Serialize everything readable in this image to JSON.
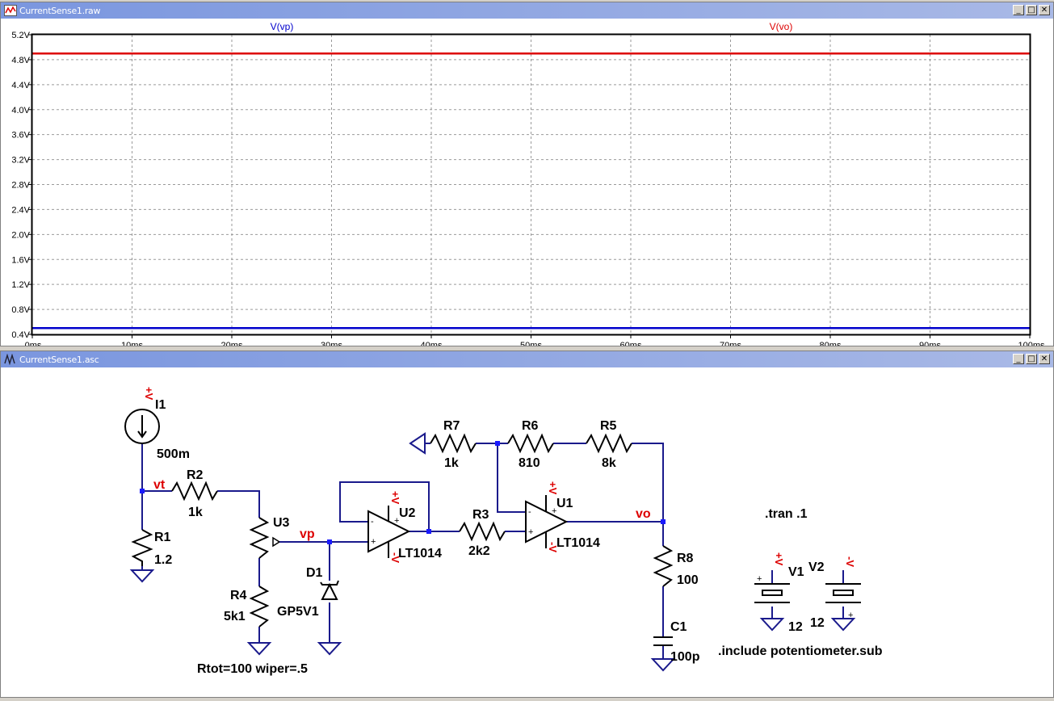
{
  "waveform_window": {
    "title": "CurrentSense1.raw",
    "buttons": {
      "minimize": "_",
      "maximize": "□",
      "close": "✕"
    },
    "trace_labels": [
      {
        "name": "V(vp)",
        "color": "#0000cc"
      },
      {
        "name": "V(vo)",
        "color": "#dd0000"
      }
    ]
  },
  "chart_data": {
    "type": "line",
    "xlabel": "",
    "ylabel": "",
    "x_ticks": [
      "0ms",
      "10ms",
      "20ms",
      "30ms",
      "40ms",
      "50ms",
      "60ms",
      "70ms",
      "80ms",
      "90ms",
      "100ms"
    ],
    "y_ticks": [
      "5.2V",
      "4.8V",
      "4.4V",
      "4.0V",
      "3.6V",
      "3.2V",
      "2.8V",
      "2.4V",
      "2.0V",
      "1.6V",
      "1.2V",
      "0.8V",
      "0.4V"
    ],
    "xlim": [
      0,
      100
    ],
    "ylim": [
      0.4,
      5.2
    ],
    "grid": true,
    "series": [
      {
        "name": "V(vp)",
        "color": "#0000cc",
        "x": [
          0,
          100
        ],
        "y": [
          0.5,
          0.5
        ]
      },
      {
        "name": "V(vo)",
        "color": "#dd0000",
        "x": [
          0,
          100
        ],
        "y": [
          4.9,
          4.9
        ]
      }
    ]
  },
  "schematic_window": {
    "title": "CurrentSense1.asc",
    "buttons": {
      "minimize": "_",
      "maximize": "□",
      "close": "✕"
    },
    "components": {
      "I1": {
        "ref": "I1",
        "value": "500m"
      },
      "R1": {
        "ref": "R1",
        "value": "1.2"
      },
      "R2": {
        "ref": "R2",
        "value": "1k"
      },
      "U3": {
        "ref": "U3",
        "param": "Rtot=100 wiper=.5"
      },
      "R4": {
        "ref": "R4",
        "value": "5k1"
      },
      "D1": {
        "ref": "D1",
        "value": "GP5V1"
      },
      "U2": {
        "ref": "U2",
        "value": "LT1014"
      },
      "R3": {
        "ref": "R3",
        "value": "2k2"
      },
      "R7": {
        "ref": "R7",
        "value": "1k"
      },
      "R6": {
        "ref": "R6",
        "value": "810"
      },
      "R5": {
        "ref": "R5",
        "value": "8k"
      },
      "U1": {
        "ref": "U1",
        "value": "LT1014"
      },
      "R8": {
        "ref": "R8",
        "value": "100"
      },
      "C1": {
        "ref": "C1",
        "value": "100p"
      },
      "V1": {
        "ref": "V1",
        "value": "12"
      },
      "V2": {
        "ref": "V2",
        "value": "12"
      }
    },
    "nets": {
      "vt": "vt",
      "vp": "vp",
      "vo": "vo"
    },
    "rails": {
      "plus": "+V",
      "minus": "-V",
      "plus_sign": "+",
      "minus_sign": "-"
    },
    "directives": {
      "tran": ".tran .1",
      "include": ".include potentiometer.sub"
    }
  }
}
